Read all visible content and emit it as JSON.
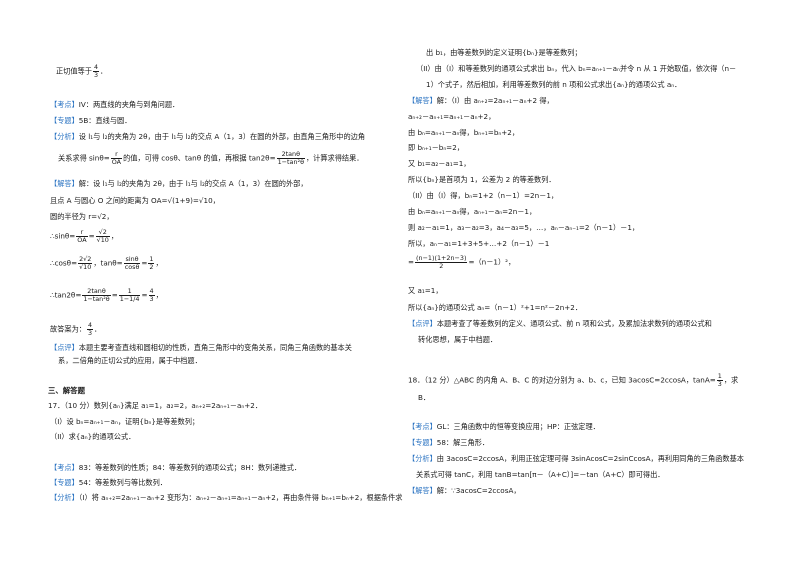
{
  "left": {
    "l01_pre": "正切值等于",
    "l01_num": "4",
    "l01_den": "3",
    "l01_post": "．",
    "l02_tag": "【考点】",
    "l02_text": "IV：两直线的夹角与到角问题．",
    "l03_tag": "【专题】",
    "l03_text": "5B：直线与圆．",
    "l04_tag": "【分析】",
    "l04_text": "设 l₁与 l₂的夹角为 2θ，由于 l₁与 l₂的交点 A（1，3）在圆的外部，由直角三角形中的边角",
    "l05_a": "关系求得 sinθ=",
    "l05_f1n": "r",
    "l05_f1d": "OA",
    "l05_b": "的值，可得 cosθ、tanθ 的值，再根据 tan2θ=",
    "l05_f2n": "2tanθ",
    "l05_f2d": "1−tan²θ",
    "l05_c": "，计算求得结果．",
    "l06_tag": "【解答】",
    "l06_text": "解：设 l₁与 l₂的夹角为 2θ，由于 l₁与 l₂的交点 A（1，3）在圆的外部，",
    "l07_text": "且点 A 与圆心 O 之间的距离为 OA=√(1+9)=√10，",
    "l08_text": "圆的半径为 r=√2，",
    "l09_a": "∴sinθ=",
    "l09_f1n": "r",
    "l09_f1d": "OA",
    "l09_b": "=",
    "l09_f2n": "√2",
    "l09_f2d": "√10",
    "l09_c": "，",
    "l10_a": "∴cosθ=",
    "l10_f1n": "2√2",
    "l10_f1d": "√10",
    "l10_b": "，tanθ=",
    "l10_f2n": "sinθ",
    "l10_f2d": "cosθ",
    "l10_c": "=",
    "l10_f3n": "1",
    "l10_f3d": "2",
    "l10_d": "，",
    "l11_a": "∴tan2θ=",
    "l11_f1n": "2tanθ",
    "l11_f1d": "1−tan²θ",
    "l11_b": "=",
    "l11_f2n": "1",
    "l11_f2d": "1−1/4",
    "l11_c": "=",
    "l11_f3n": "4",
    "l11_f3d": "3",
    "l11_d": "，",
    "l12_a": "故答案为：",
    "l12_fn": "4",
    "l12_fd": "3",
    "l12_b": "．",
    "l13_tag": "【点评】",
    "l13_text": "本题主要考查直线和圆相切的性质，直角三角形中的变角关系，同角三角函数的基本关",
    "l14_text": "系，二倍角的正切公式的应用，属于中档题．",
    "sec_title": "三、解答题",
    "l16_text": "17．（10 分）数列{aₙ}满足 a₁=1，a₂=2，aₙ₊₂=2aₙ₊₁－aₙ+2．",
    "l17_text": "（I）设 bₙ=aₙ₊₁－aₙ，证明{bₙ}是等差数列；",
    "l18_text": "（II）求{aₙ}的通项公式．",
    "l19_tag": "【考点】",
    "l19_text": "83：等差数列的性质；84：等差数列的通项公式；8H：数列递推式．",
    "l20_tag": "【专题】",
    "l20_text": "54：等差数列与等比数列．",
    "l21_tag": "【分析】",
    "l21_text": "（I）将 aₙ₊₂=2aₙ₊₁－aₙ+2 变形为：aₙ₊₂－aₙ₊₁=aₙ₊₁－aₙ+2，再由条件得 bₙ₊₁=bₙ+2，根据条件求"
  },
  "right": {
    "r01_text": "出 b₁，由等差数列的定义证明{bₙ}是等差数列；",
    "r02_text": "（II）由（I）和等差数列的通项公式求出 bₙ，代入 bₙ=aₙ₊₁－aₙ并令 n 从 1 开始取值，依次得（n－",
    "r03_text": "1）个式子，然后相加，利用等差数列的前 n 项和公式求出{aₙ}的通项公式 aₙ．",
    "r04_tag": "【解答】",
    "r04_text": "解：（I）由 aₙ₊₂=2aₙ₊₁－aₙ+2 得，",
    "r05_text": "aₙ₊₂－aₙ₊₁=aₙ₊₁－aₙ+2，",
    "r06_text": "由 bₙ=aₙ₊₁－aₙ得，bₙ₊₁=bₙ+2，",
    "r07_text": "即 bₙ₊₁－bₙ=2，",
    "r08_text": "又 b₁=a₂－a₁=1，",
    "r09_text": "所以{bₙ}是首项为 1，公差为 2 的等差数列．",
    "r10_text": "（II）由（I）得，bₙ=1+2（n－1）=2n－1，",
    "r11_text": "由 bₙ=aₙ₊₁－aₙ得，aₙ₊₁－aₙ=2n－1，",
    "r12_text": "则 a₂－a₁=1，a₃－a₂=3，a₄－a₃=5，…，aₙ－aₙ₋₁=2（n－1）－1，",
    "r13_text": "所以，aₙ－a₁=1+3+5+…+2（n－1）－1",
    "r14_fn": "(n−1)(1+2n−3)",
    "r14_fd": "2",
    "r14_pre": "=",
    "r14_post": "=（n－1）²，",
    "r15_text": "又 a₁=1，",
    "r16_text": "所以{aₙ}的通项公式 aₙ=（n－1）²+1=n²－2n+2．",
    "r17_tag": "【点评】",
    "r17_text": "本题考查了等差数列的定义、通项公式、前 n 项和公式，及累加法求数列的通项公式和",
    "r18_text": "转化思想，属于中档题．",
    "r19_a": "18．（12 分）△ABC 的内角 A、B、C 的对边分别为 a、b、c，已知 3acosC=2ccosA，tanA=",
    "r19_fn": "1",
    "r19_fd": "3",
    "r19_b": "，求",
    "r20_text": "B．",
    "r21_tag": "【考点】",
    "r21_text": "GL：三角函数中的恒等变换应用；HP：正弦定理．",
    "r22_tag": "【专题】",
    "r22_text": "58：解三角形．",
    "r23_tag": "【分析】",
    "r23_text": "由 3acosC=2ccosA，利用正弦定理可得 3sinAcosC=2sinCcosA，再利用同角的三角函数基本",
    "r24_text": "关系式可得 tanC，利用 tanB=tan[π－（A+C）]=－tan（A+C）即可得出．",
    "r25_tag": "【解答】",
    "r25_text": "解：∵3acosC=2ccosA，"
  }
}
